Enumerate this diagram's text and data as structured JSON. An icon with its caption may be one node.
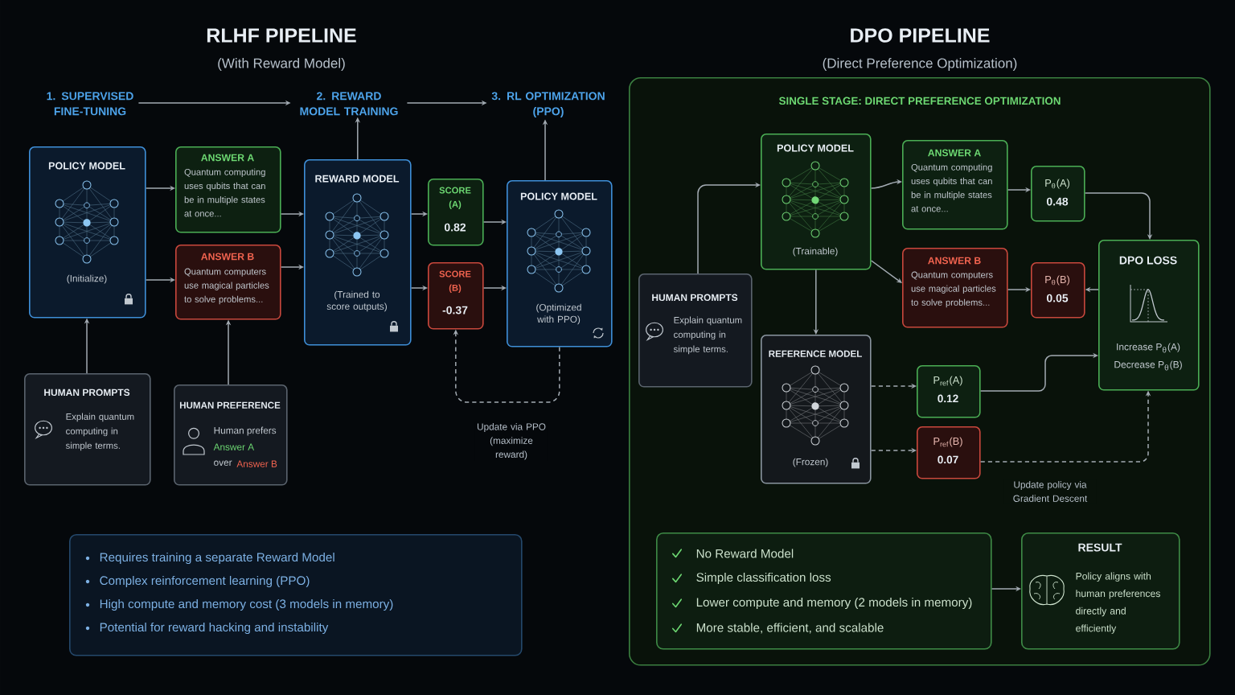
{
  "diagram": {
    "nodes": [
      {
        "text": [
          "1. SUPERVISED FINE-TUNING"
        ]
      },
      {
        "text": [
          "2. REWARD MODEL TRAINING"
        ]
      },
      {
        "text": [
          "3. RL OPTIMIZATION (PPO)"
        ]
      },
      {
        "text": [
          "POLICY MODEL",
          "(Initialize)"
        ]
      },
      {
        "text": [
          "ANSWER A",
          "Quantum computing uses qubits that can be in multiple states at once..."
        ]
      },
      {
        "text": [
          "ANSWER B",
          "Quantum computers use magical particles to solve problems..."
        ]
      },
      {
        "text": [
          "REWARD MODEL",
          "(Trained to score outputs)"
        ]
      },
      {
        "text": [
          "SCORE (A)",
          "0.82"
        ]
      },
      {
        "text": [
          "SCORE (B)",
          "-0.37"
        ]
      },
      {
        "text": [
          "POLICY MODEL",
          "(Optimized with PPO)"
        ]
      },
      {
        "text": [
          "HUMAN PROMPTS",
          "Explain quantum computing in simple terms."
        ]
      },
      {
        "text": [
          "HUMAN PREFERENCE",
          "Human prefers",
          "Answer A",
          "over",
          "Answer B"
        ]
      },
      {
        "text": [
          "Requires training a separate Reward Model",
          "Complex reinforcement learning (PPO)",
          "High compute and memory cost (3 models in memory)",
          "Potential for reward hacking and instability"
        ]
      },
      {
        "text": [
          "SINGLE STAGE: DIRECT PREFERENCE OPTIMIZATION"
        ]
      },
      {
        "text": [
          "POLICY MODEL",
          "(Trainable)"
        ],
        "in": 13
      },
      {
        "text": [
          "ANSWER A",
          "Quantum computing uses qubits that can be in multiple states at once..."
        ],
        "in": 13
      },
      {
        "text": [
          "ANSWER B",
          "Quantum computers use magical particles to solve problems..."
        ],
        "in": 13
      },
      {
        "text": [
          "P$_{θ}$(A)",
          "0.48"
        ],
        "in": 13
      },
      {
        "text": [
          "P$_{θ}$(B)",
          "0.05"
        ],
        "in": 13
      },
      {
        "text": [
          "DPO LOSS",
          "Increase P$_{θ}$(A)",
          "Decrease P$_{θ}$(B)"
        ],
        "in": 13
      },
      {
        "text": [
          "HUMAN PROMPTS",
          "Explain quantum computing in simple terms."
        ],
        "in": 13
      },
      {
        "text": [
          "REFERENCE MODEL",
          "(Frozen)"
        ],
        "in": 13
      },
      {
        "text": [
          "P$_{ref}$(A)",
          "0.12"
        ],
        "in": 13
      },
      {
        "text": [
          "P$_{ref}$(B)",
          "0.07"
        ],
        "in": 13
      },
      {
        "text": [
          "No Reward Model",
          "Simple classification loss",
          "Lower compute and memory (2 models in memory)",
          "More stable, efficient, and scalable"
        ],
        "in": 13
      },
      {
        "text": [
          "RESULT",
          "Policy aligns with human preferences directly and efficiently"
        ],
        "in": 13
      }
    ],
    "edges": [
      {
        "from": 0,
        "to": 1,
        "arrow": "to"
      },
      {
        "from": 1,
        "to": 2,
        "arrow": "to"
      },
      {
        "from": 6,
        "to": 1,
        "arrow": "to"
      },
      {
        "from": 9,
        "to": 2,
        "arrow": "to"
      },
      {
        "from": 3,
        "to": 4,
        "arrow": "to"
      },
      {
        "from": 3,
        "to": 5,
        "arrow": "to"
      },
      {
        "from": 4,
        "to": 6,
        "arrow": "to"
      },
      {
        "from": 5,
        "to": 6,
        "arrow": "to"
      },
      {
        "from": 6,
        "to": 7,
        "arrow": "to"
      },
      {
        "from": 6,
        "to": 8,
        "arrow": "to"
      },
      {
        "from": 7,
        "to": 9,
        "arrow": "to"
      },
      {
        "from": 8,
        "to": 9,
        "arrow": "to"
      },
      {
        "from": 10,
        "to": 3,
        "arrow": "to"
      },
      {
        "from": 11,
        "to": 5,
        "arrow": "to"
      },
      {
        "from": 9,
        "to": 8,
        "arrow": "to",
        "style": "dashed",
        "label": "Update via PPO (maximize reward)"
      },
      {
        "from": 20,
        "to": 14,
        "arrow": "to"
      },
      {
        "from": 14,
        "to": 21,
        "arrow": "to"
      },
      {
        "from": 14,
        "to": 15,
        "arrow": "to"
      },
      {
        "from": 14,
        "to": 16,
        "arrow": "to"
      },
      {
        "from": 15,
        "to": 17,
        "arrow": "to"
      },
      {
        "from": 16,
        "to": 18,
        "arrow": "to"
      },
      {
        "from": 17,
        "to": 19,
        "arrow": "to"
      },
      {
        "from": 19,
        "to": 18,
        "arrow": "to"
      },
      {
        "from": 21,
        "to": 22,
        "arrow": "to",
        "style": "dashed"
      },
      {
        "from": 21,
        "to": 23,
        "arrow": "to",
        "style": "dashed"
      },
      {
        "from": 22,
        "to": 19,
        "arrow": "to"
      },
      {
        "from": 23,
        "to": 19,
        "arrow": "to",
        "style": "dashed",
        "label": "Update policy via Gradient Descent"
      },
      {
        "from": 24,
        "to": 25,
        "arrow": "to"
      }
    ],
    "labels": [
      "RLHF PIPELINE",
      "(With Reward Model)",
      "DPO PIPELINE",
      "(Direct Preference Optimization)"
    ]
  }
}
